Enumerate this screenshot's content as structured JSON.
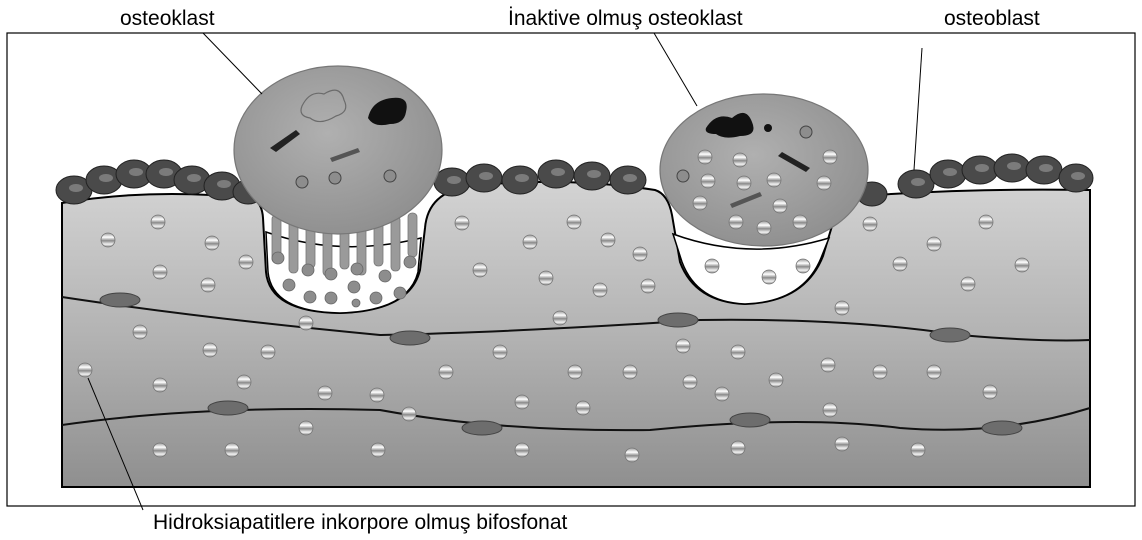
{
  "labels": {
    "osteoclast": "osteoklast",
    "inactive_osteoclast": "İnaktive olmuş osteoklast",
    "osteoblast": "osteoblast",
    "bisphosphonate": "Hidroksiapatitlere inkorpore olmuş bifosfonat"
  },
  "colors": {
    "bone_light": "#c6c6c6",
    "bone_mid": "#a8a8a8",
    "bone_dark": "#8a8a8a",
    "cell_body": "#999999",
    "nucleus": "#1a1a1a",
    "osteoblast_cell": "#4d4d4d",
    "lining_cell": "#6e6e6e",
    "frame": "#000000"
  }
}
